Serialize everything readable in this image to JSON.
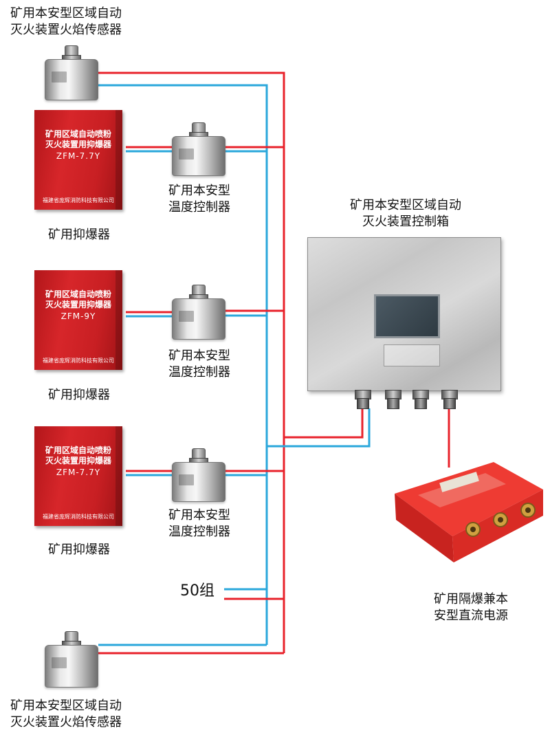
{
  "flame_sensor_label": [
    "矿用本安型区域自动",
    "灭火装置火焰传感器"
  ],
  "suppressor_label": "矿用抑爆器",
  "suppressors": [
    {
      "line1": "矿用区域自动喷粉",
      "line2": "灭火装置用抑爆器",
      "model": "ZFM-7.7Y",
      "maker": "福建省庞辉消防科技有限公司"
    },
    {
      "line1": "矿用区域自动喷粉",
      "line2": "灭火装置用抑爆器",
      "model": "ZFM-9Y",
      "maker": "福建省庞辉消防科技有限公司"
    },
    {
      "line1": "矿用区域自动喷粉",
      "line2": "灭火装置用抑爆器",
      "model": "ZFM-7.7Y",
      "maker": "福建省庞辉消防科技有限公司"
    }
  ],
  "temp_controller_label": [
    "矿用本安型",
    "温度控制器"
  ],
  "control_box_label": [
    "矿用本安型区域自动",
    "灭火装置控制箱"
  ],
  "power_supply_label": [
    "矿用隔爆兼本",
    "安型直流电源"
  ],
  "group_count_label": "50组",
  "colors": {
    "red_wire": "#e8222b",
    "blue_wire": "#2aa7db"
  }
}
